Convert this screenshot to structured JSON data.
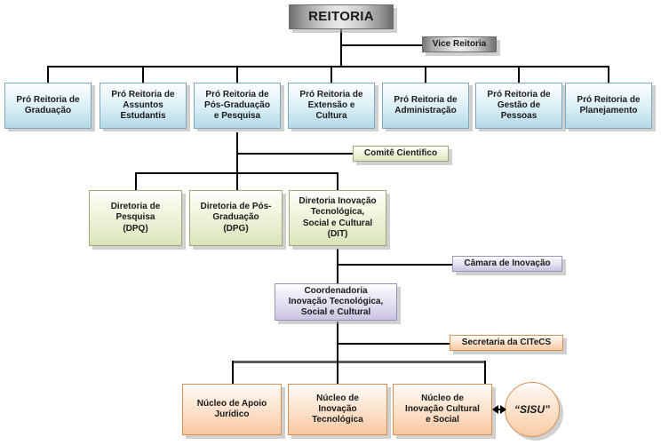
{
  "title": "Organograma Reitoria",
  "colors": {
    "gray": "#9e9e9e",
    "blue": "#badde9",
    "green": "#dbe6bd",
    "purple": "#cec6e2",
    "orange": "#f8cba5",
    "line": "#000000",
    "line_thick": "#58595b"
  },
  "nodes": {
    "reitoria": {
      "label": "REITORIA"
    },
    "vice_reitoria": {
      "label": "Vice Reitoria"
    },
    "comite_cientifico": {
      "label": "Comitê Cientifico"
    },
    "camara_inovacao": {
      "label": "Câmara de Inovação"
    },
    "secretaria_citecs": {
      "label": "Secretaria da CITeCS"
    },
    "coordenadoria": {
      "label": "Coordenadoria\nInovação Tecnológica,\nSocial e Cultural"
    },
    "sisu": {
      "label": "“SISU”"
    }
  },
  "pro_reitorias": [
    {
      "label": "Pró Reitoria de\nGraduação"
    },
    {
      "label": "Pró Reitoria de\nAssuntos\nEstudantis"
    },
    {
      "label": "Pró Reitoria de\nPós-Graduação\ne Pesquisa"
    },
    {
      "label": "Pró Reitoria de\nExtensão e\nCultura"
    },
    {
      "label": "Pró Reitoria de\nAdministração"
    },
    {
      "label": "Pró Reitoria de\nGestão de\nPessoas"
    },
    {
      "label": "Pró Reitoria de\nPlanejamento"
    }
  ],
  "diretorias": [
    {
      "label": "Diretoria de\nPesquisa\n(DPQ)"
    },
    {
      "label": "Diretoria de Pós-\nGraduação\n(DPG)"
    },
    {
      "label": "Diretoria Inovação\nTecnológica,\nSocial e Cultural\n(DIT)"
    }
  ],
  "nucleos": [
    {
      "label": "Núcleo de Apoio\nJurídico"
    },
    {
      "label": "Núcleo de\nInovação\nTecnológica"
    },
    {
      "label": "Núcleo de\nInovação Cultural\ne Social"
    }
  ]
}
